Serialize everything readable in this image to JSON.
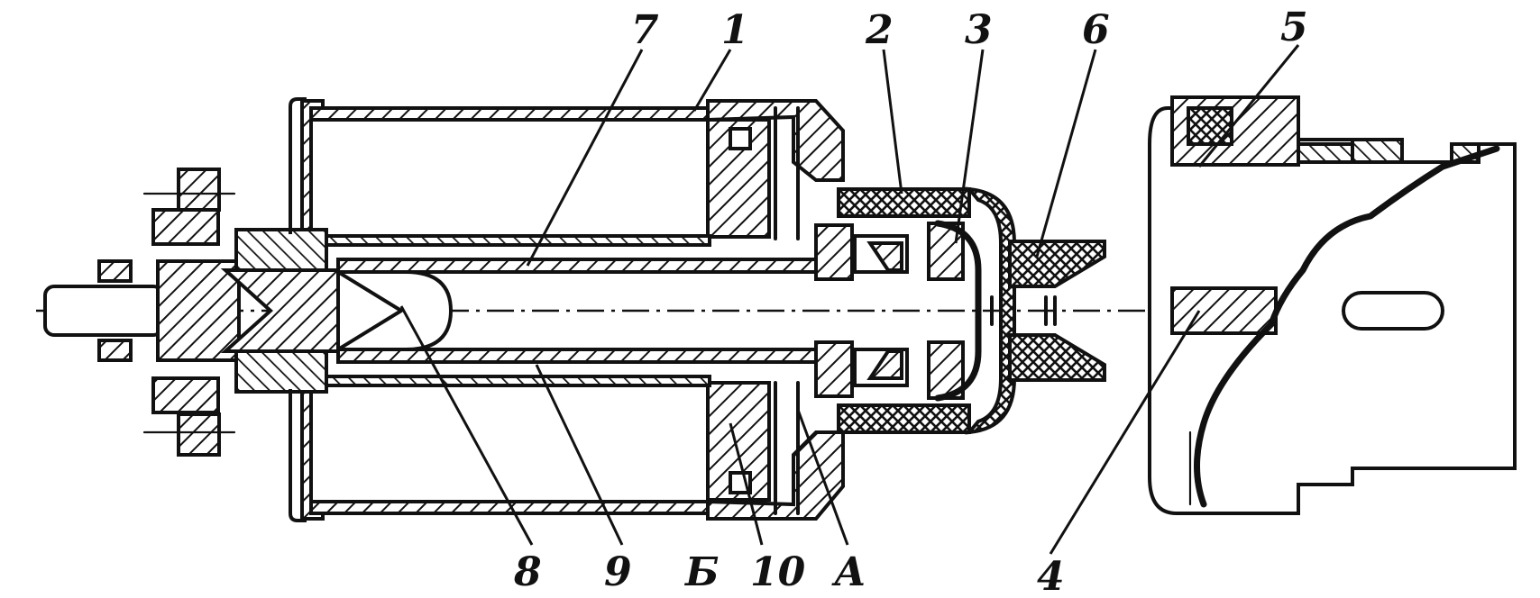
{
  "figure": {
    "callouts": [
      {
        "id": "7",
        "text": "7"
      },
      {
        "id": "1",
        "text": "1"
      },
      {
        "id": "2",
        "text": "2"
      },
      {
        "id": "3",
        "text": "3"
      },
      {
        "id": "6",
        "text": "6"
      },
      {
        "id": "5",
        "text": "5"
      },
      {
        "id": "8",
        "text": "8"
      },
      {
        "id": "9",
        "text": "9"
      },
      {
        "id": "B",
        "text": "Б"
      },
      {
        "id": "10",
        "text": "10"
      },
      {
        "id": "A",
        "text": "А"
      },
      {
        "id": "4",
        "text": "4"
      }
    ],
    "colors": {
      "ink": "#111111",
      "paper": "#ffffff"
    }
  }
}
